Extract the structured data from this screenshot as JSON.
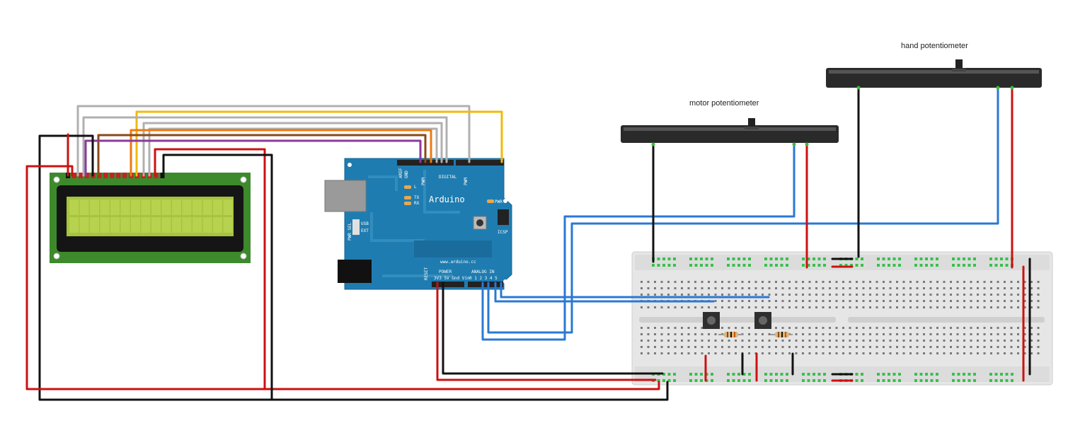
{
  "labels": {
    "hand_pot": "hand potentiometer",
    "motor_pot": "motor potentiometer"
  },
  "arduino": {
    "name": "Arduino",
    "url": "www.arduino.cc",
    "digital": "DIGITAL",
    "power": "POWER",
    "analog_in": "ANALOG IN",
    "pwr": "PWR",
    "icsp": "ICSP",
    "usb": "USB",
    "ext": "EXT",
    "pwr_sel": "PWR SEL",
    "l": "L",
    "tx": "TX",
    "rx": "RX",
    "reset": "RESET",
    "aref": "AREF",
    "gnd": "GND",
    "power_pins": "3V3 5V Gnd Vin",
    "analog_pins": "0 1 2 3 4 5",
    "pwm": "PWM"
  },
  "colors": {
    "board_blue": "#1f7cb0",
    "lcd_green": "#9fbf3a",
    "pcb_green": "#3d8a2c",
    "wire_red": "#cc1111",
    "wire_black": "#111111",
    "wire_blue": "#2a78d4",
    "wire_orange": "#ee7a10",
    "wire_yellow": "#f2b90c",
    "wire_brown": "#8a4a1a",
    "wire_purple": "#8a3a9a",
    "wire_grey": "#b0b0b0"
  }
}
